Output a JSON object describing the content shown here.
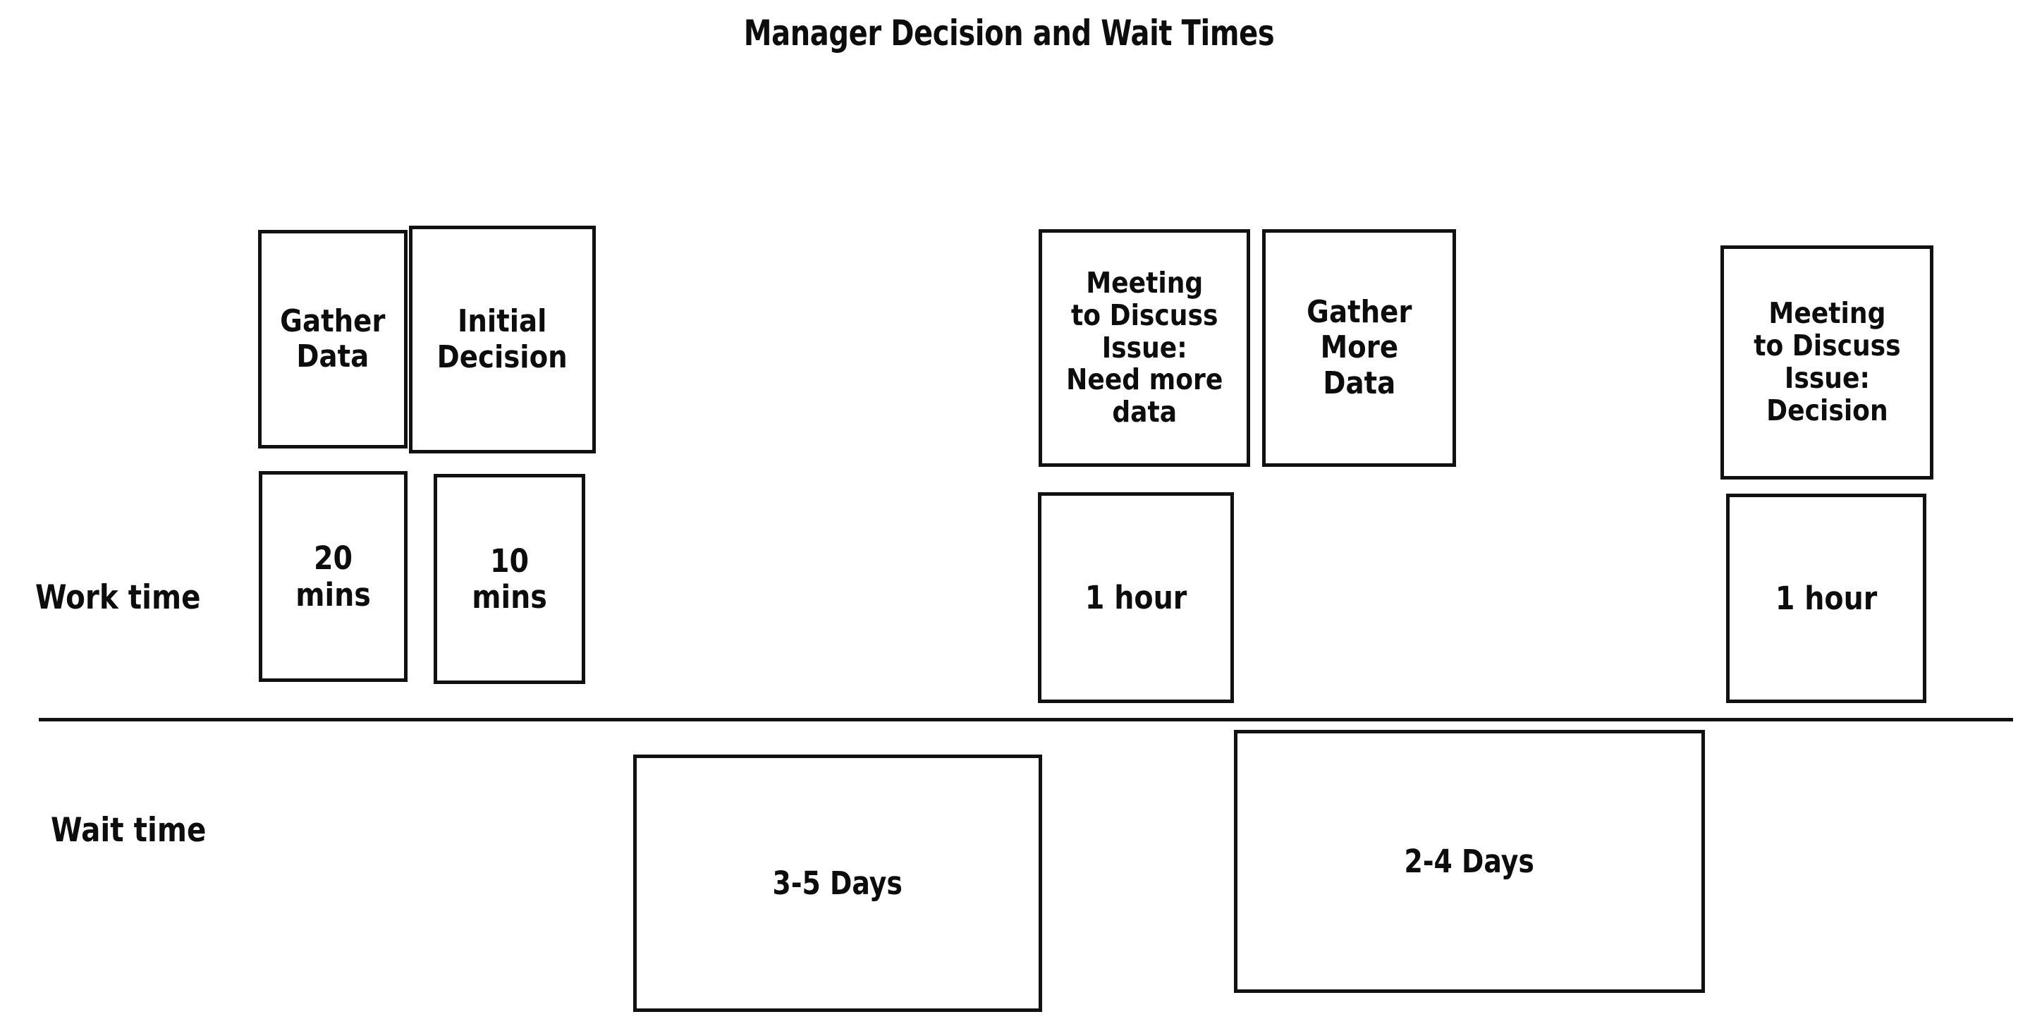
{
  "title": "Manager Decision and Wait Times",
  "rows": {
    "work_time_label": "Work time",
    "wait_time_label": "Wait time"
  },
  "colors": {
    "ink": "#111111",
    "background": "#ffffff",
    "text": "#0d0d0d"
  },
  "work_time": {
    "tasks": [
      {
        "id": "gather-data",
        "label": "Gather\nData"
      },
      {
        "id": "initial-decision",
        "label": "Initial\nDecision"
      },
      {
        "id": "meeting-need-more-data",
        "label": "Meeting\nto Discuss\nIssue:\nNeed more\ndata"
      },
      {
        "id": "gather-more-data",
        "label": "Gather\nMore\nData"
      },
      {
        "id": "meeting-decision",
        "label": "Meeting\nto Discuss\nIssue:\nDecision"
      }
    ],
    "durations": [
      {
        "id": "gather-data-duration",
        "label": "20\nmins"
      },
      {
        "id": "initial-decision-duration",
        "label": "10\nmins"
      },
      {
        "id": "meeting-need-more-data-duration",
        "label": "1 hour"
      },
      {
        "id": "meeting-decision-duration",
        "label": "1 hour"
      }
    ]
  },
  "wait_time": {
    "waits": [
      {
        "id": "wait-after-initial-decision",
        "label": "3-5 Days"
      },
      {
        "id": "wait-after-gather-more-data",
        "label": "2-4 Days"
      }
    ]
  },
  "chart_data": {
    "type": "table",
    "title": "Manager Decision and Wait Times",
    "rows": [
      "Work time",
      "Wait time"
    ],
    "steps": [
      {
        "step": "Gather Data",
        "row": "Work time",
        "duration": "20 mins"
      },
      {
        "step": "Initial Decision",
        "row": "Work time",
        "duration": "10 mins"
      },
      {
        "step": "3-5 Days",
        "row": "Wait time",
        "duration": "3-5 Days"
      },
      {
        "step": "Meeting to Discuss Issue: Need more data",
        "row": "Work time",
        "duration": "1 hour"
      },
      {
        "step": "Gather More Data",
        "row": "Work time",
        "duration": ""
      },
      {
        "step": "2-4 Days",
        "row": "Wait time",
        "duration": "2-4 Days"
      },
      {
        "step": "Meeting to Discuss Issue: Decision",
        "row": "Work time",
        "duration": "1 hour"
      }
    ]
  }
}
